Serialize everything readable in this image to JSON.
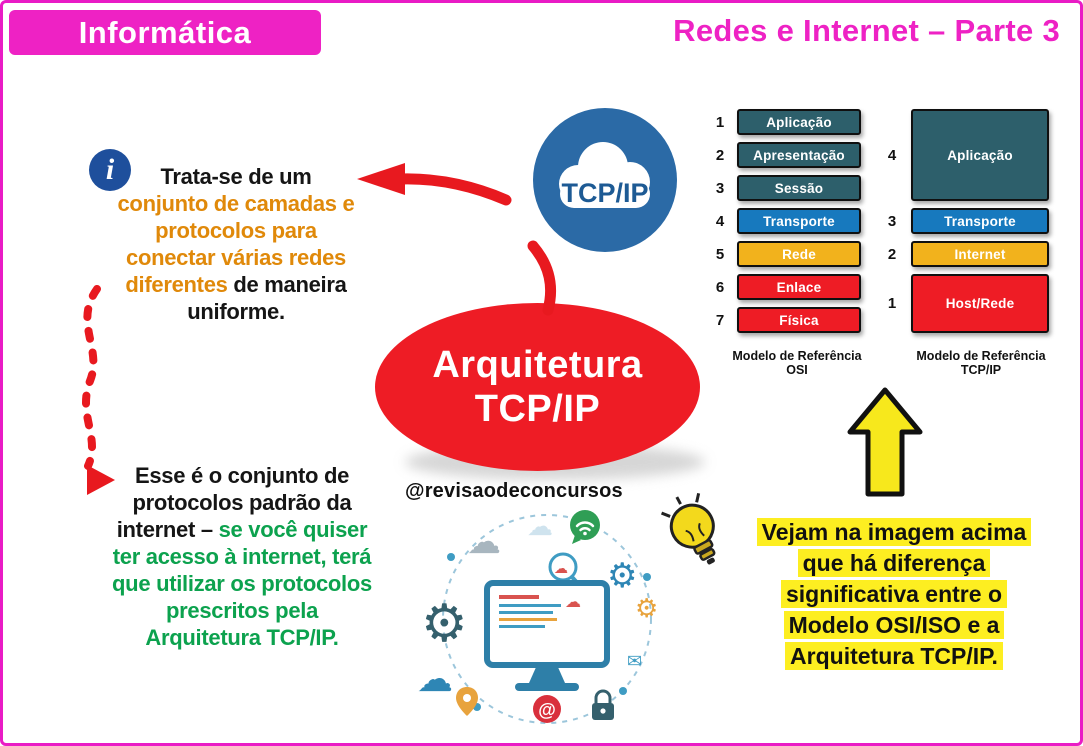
{
  "colors": {
    "magenta": "#ee22c4",
    "red": "#ee1c25",
    "orange_text": "#e0890a",
    "green_text": "#0ca24e",
    "highlight_yellow": "#fdee21",
    "logo_blue": "#2b6aa6"
  },
  "header": {
    "subject": "Informática",
    "topic": "Redes e Internet – Parte 3"
  },
  "logo": {
    "text": "TCP/IP"
  },
  "center_bubble": {
    "line1": "Arquitetura",
    "line2": "TCP/IP"
  },
  "note_top": {
    "lines": [
      [
        {
          "t": "Trata-se de um",
          "c": "black"
        }
      ],
      [
        {
          "t": "conjunto de camadas e",
          "c": "orange"
        }
      ],
      [
        {
          "t": "protocolos para",
          "c": "orange"
        }
      ],
      [
        {
          "t": "conectar várias redes",
          "c": "orange"
        }
      ],
      [
        {
          "t": "diferentes ",
          "c": "orange"
        },
        {
          "t": "de maneira",
          "c": "black"
        }
      ],
      [
        {
          "t": "uniforme.",
          "c": "black"
        }
      ]
    ]
  },
  "note_bottom": {
    "lines": [
      [
        {
          "t": "Esse é o conjunto de",
          "c": "black"
        }
      ],
      [
        {
          "t": "protocolos padrão da",
          "c": "black"
        }
      ],
      [
        {
          "t": "internet – ",
          "c": "black"
        },
        {
          "t": "se você quiser",
          "c": "green"
        }
      ],
      [
        {
          "t": "ter acesso à internet, terá",
          "c": "green"
        }
      ],
      [
        {
          "t": "que utilizar os protocolos",
          "c": "green"
        }
      ],
      [
        {
          "t": "prescritos pela",
          "c": "green"
        }
      ],
      [
        {
          "t": "Arquitetura TCP/IP.",
          "c": "green"
        }
      ]
    ]
  },
  "osi_model": {
    "caption": "Modelo de Referência OSI",
    "layers": [
      {
        "num": "1",
        "label": "Aplicação",
        "color": "#2d5f6b",
        "span": 1
      },
      {
        "num": "2",
        "label": "Apresentação",
        "color": "#2d5f6b",
        "span": 1
      },
      {
        "num": "3",
        "label": "Sessão",
        "color": "#2d5f6b",
        "span": 1
      },
      {
        "num": "4",
        "label": "Transporte",
        "color": "#1779be",
        "span": 1
      },
      {
        "num": "5",
        "label": "Rede",
        "color": "#f2b21c",
        "span": 1
      },
      {
        "num": "6",
        "label": "Enlace",
        "color": "#ee1c25",
        "span": 1
      },
      {
        "num": "7",
        "label": "Física",
        "color": "#ee1c25",
        "span": 1
      }
    ]
  },
  "tcpip_model": {
    "caption": "Modelo de Referência TCP/IP",
    "layers": [
      {
        "num": "4",
        "label": "Aplicação",
        "color": "#2d5f6b",
        "span": 3
      },
      {
        "num": "3",
        "label": "Transporte",
        "color": "#1779be",
        "span": 1
      },
      {
        "num": "2",
        "label": "Internet",
        "color": "#f2b21c",
        "span": 1
      },
      {
        "num": "1",
        "label": "Host/Rede",
        "color": "#ee1c25",
        "span": 2
      }
    ]
  },
  "callout": {
    "lines": [
      "Vejam na imagem acima",
      "que há diferença",
      "significativa entre o",
      "Modelo OSI/ISO e a",
      "Arquitetura TCP/IP."
    ]
  },
  "handle": "@revisaodeconcursos"
}
